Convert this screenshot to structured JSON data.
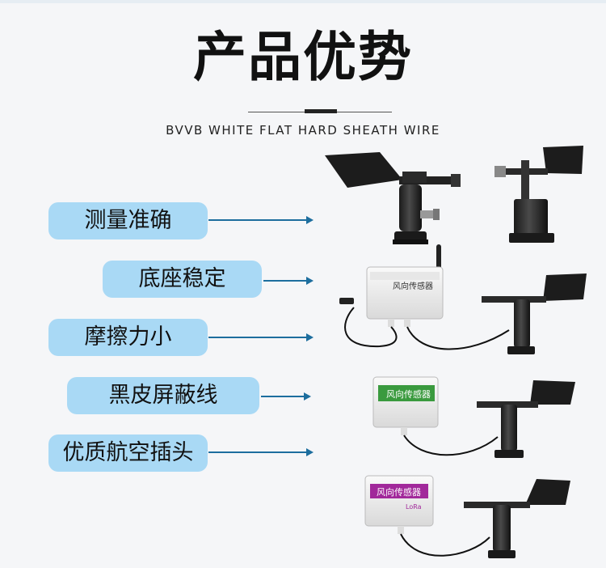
{
  "header": {
    "title": "产品优势",
    "subtitle": "BVVB WHITE FLAT HARD SHEATH WIRE"
  },
  "features": [
    {
      "label": "测量准确"
    },
    {
      "label": "底座稳定"
    },
    {
      "label": "摩擦力小"
    },
    {
      "label": "黑皮屏蔽线"
    },
    {
      "label": "优质航空插头"
    }
  ],
  "products": {
    "box1_label": "风向传感器",
    "box2_label": "风向传感器",
    "box3_label": "风向传感器",
    "box3_badge": "LoRa"
  },
  "colors": {
    "pill_bg": "#a9d9f5",
    "arrow": "#1d6e9e",
    "box2_header": "#3a9a3e",
    "box3_header": "#a1289a"
  }
}
